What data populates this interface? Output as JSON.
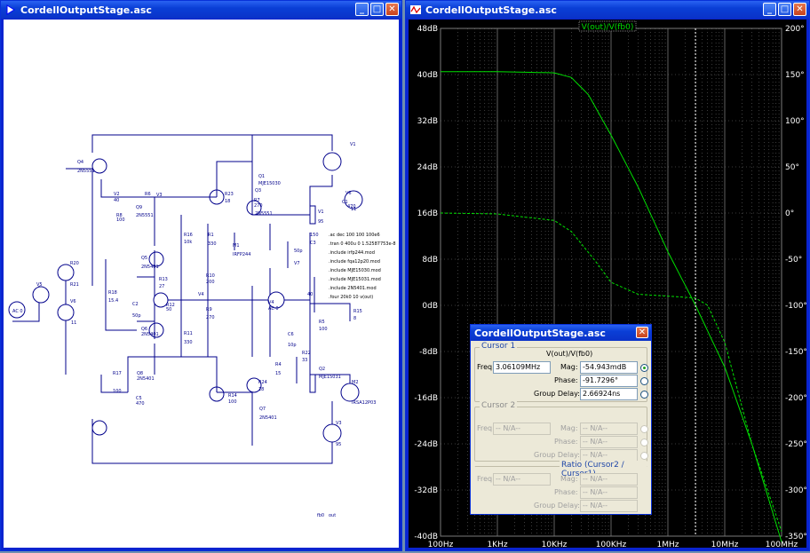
{
  "schematic_window": {
    "title": "CordellOutputStage.asc",
    "labels": [
      "Q4",
      "2N5551",
      "V2",
      "40",
      "R6",
      "V3",
      "V1",
      "C1",
      "470",
      "R8",
      "100",
      "Q9",
      "2N5551",
      "R23",
      "18",
      "Q1",
      "MJE15030",
      "Q3",
      "2N5551",
      "R7",
      "270",
      "R1",
      "330",
      "R16",
      "10k",
      "M1",
      "IRFP244",
      "V1",
      "95",
      "V6",
      "11",
      "R20",
      "R21",
      "150",
      "C3",
      "50p",
      "V7",
      "V5",
      "AC 0",
      "V6",
      "11",
      "R18",
      "15.4",
      "C2",
      "50p",
      "R13",
      "27",
      "R12",
      "50",
      "R10",
      "200",
      "R9",
      "270",
      "R11",
      "330",
      "R5",
      "100",
      "Q5",
      "2N5401",
      "C6",
      "10p",
      "R4",
      "15",
      "R22",
      "33",
      "R15",
      "8",
      "V4",
      "AC 0",
      "Q6",
      "2N5401",
      "Q8",
      "2N5401",
      "R17",
      "100",
      "C5",
      "470",
      "R14",
      "100",
      "Q7",
      "2N5401",
      "R24",
      "18",
      "Q2",
      "MJE15031",
      "M2",
      "IRSA12P03",
      "V3",
      "95",
      "V4",
      "40",
      "fb0",
      "out"
    ],
    "directives": [
      ".ac dec 100 100 100e6",
      ".tran 0 400u 0 1.52587753e-8",
      ".include irfp244.mod",
      ".include fqa12p20.mod",
      ".include MJE15030.mod",
      ".include MJE15031.mod",
      ".include 2N5401.mod",
      ".four 20k0 10 v(out)"
    ]
  },
  "plot_window": {
    "title": "CordellOutputStage.asc",
    "trace_label": "V(out)/V(fb0)",
    "colors": {
      "trace": "#00e000",
      "grid": "#7a7a7a",
      "background": "#000000",
      "cursor": "#ffffff"
    },
    "cursor_freq_hz": 3061090
  },
  "chart_data": {
    "type": "line",
    "x_scale": "log",
    "x_ticks": [
      "100Hz",
      "1KHz",
      "10KHz",
      "100KHz",
      "1MHz",
      "10MHz",
      "100MHz"
    ],
    "x_values": [
      100,
      1000,
      10000,
      100000,
      1000000,
      10000000,
      100000000
    ],
    "y_left_ticks": [
      "48dB",
      "40dB",
      "32dB",
      "24dB",
      "16dB",
      "8dB",
      "0dB",
      "-8dB",
      "-16dB",
      "-24dB",
      "-32dB",
      "-40dB"
    ],
    "y_left_values": [
      48,
      40,
      32,
      24,
      16,
      8,
      0,
      -8,
      -16,
      -24,
      -32,
      -40
    ],
    "y_right_ticks": [
      "200°",
      "150°",
      "100°",
      "50°",
      "0°",
      "-50°",
      "-100°",
      "-150°",
      "-200°",
      "-250°",
      "-300°",
      "-350°"
    ],
    "y_right_values": [
      200,
      150,
      100,
      50,
      0,
      -50,
      -100,
      -150,
      -200,
      -250,
      -300,
      -350
    ],
    "ylim": [
      -40,
      48
    ],
    "y2lim": [
      -350,
      200
    ],
    "series": [
      {
        "name": "V(out)/V(fb0)",
        "style": "solid",
        "axis": "magnitude_db",
        "x": [
          100,
          1000,
          10000,
          20000,
          40000,
          100000,
          300000,
          1000000,
          3061090,
          10000000,
          30000000,
          100000000
        ],
        "y": [
          40.5,
          40.5,
          40.3,
          39.5,
          36.5,
          29.5,
          20.5,
          9.3,
          0,
          -10.7,
          -24,
          -41
        ]
      },
      {
        "name": "V(out)/V(fb0)",
        "style": "dashed",
        "axis": "phase_deg",
        "x": [
          100,
          1000,
          10000,
          20000,
          50000,
          100000,
          300000,
          1000000,
          3061090,
          5000000,
          10000000,
          30000000,
          100000000
        ],
        "y": [
          0,
          -1,
          -8,
          -20,
          -50,
          -75,
          -88,
          -90,
          -92,
          -100,
          -140,
          -250,
          -345
        ]
      }
    ]
  },
  "cursor_dialog": {
    "title": "CordellOutputStage.asc",
    "cursor1": {
      "legend": "Cursor 1",
      "trace": "V(out)/V(fb0)",
      "freq_label": "Freq:",
      "freq": "3.06109MHz",
      "mag_label": "Mag:",
      "mag": "-54.943mdB",
      "phase_label": "Phase:",
      "phase": "-91.7296°",
      "gd_label": "Group Delay:",
      "gd": "2.66924ns"
    },
    "cursor2": {
      "legend": "Cursor 2",
      "freq_label": "Freq:",
      "freq": "-- N/A--",
      "mag_label": "Mag:",
      "mag": "-- N/A--",
      "phase_label": "Phase:",
      "phase": "-- N/A--",
      "gd_label": "Group Delay:",
      "gd": "-- N/A--"
    },
    "ratio": {
      "legend": "Ratio (Cursor2 / Cursor1)",
      "freq_label": "Freq:",
      "freq": "-- N/A--",
      "mag_label": "Mag:",
      "mag": "-- N/A--",
      "phase_label": "Phase:",
      "phase": "-- N/A--",
      "gd_label": "Group Delay:",
      "gd": "-- N/A--"
    }
  },
  "window_buttons": {
    "minimize": "_",
    "maximize": "□",
    "close": "✕"
  }
}
